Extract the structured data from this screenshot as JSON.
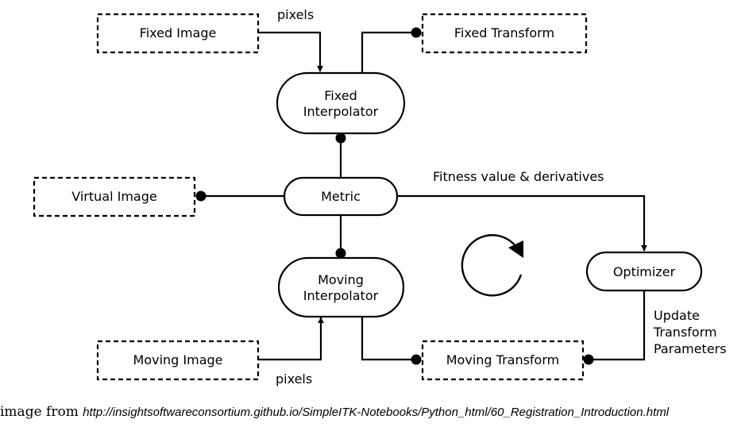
{
  "nodes": {
    "fixed_image": "Fixed Image",
    "fixed_transform": "Fixed Transform",
    "fixed_interpolator": [
      "Fixed",
      "Interpolator"
    ],
    "virtual_image": "Virtual Image",
    "metric": "Metric",
    "moving_interpolator": [
      "Moving",
      "Interpolator"
    ],
    "optimizer": "Optimizer",
    "moving_image": "Moving Image",
    "moving_transform": "Moving Transform"
  },
  "edge_labels": {
    "fixed_pixels": "pixels",
    "moving_pixels": "pixels",
    "fitness": "Fitness value & derivatives",
    "update": [
      "Update",
      "Transform",
      "Parameters"
    ]
  },
  "caption": {
    "prefix": "image from ",
    "url": "http://insightsoftwareconsortium.github.io/SimpleITK-Notebooks/Python_html/60_Registration_Introduction.html"
  }
}
